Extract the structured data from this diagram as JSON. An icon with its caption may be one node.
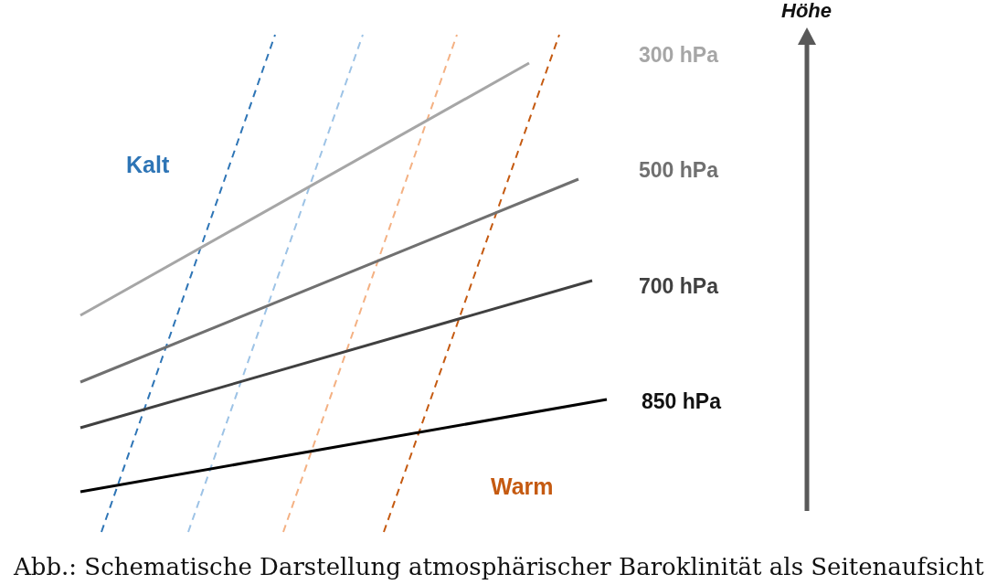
{
  "diagram": {
    "caption": "Abb.: Schematische Darstellung atmosphärischer Baroklinität als Seitenaufsicht",
    "labels": [
      "Höhe",
      "300 hPa",
      "Kalt",
      "500 hPa",
      "700 hPa",
      "850 hPa",
      "Warm"
    ]
  }
}
